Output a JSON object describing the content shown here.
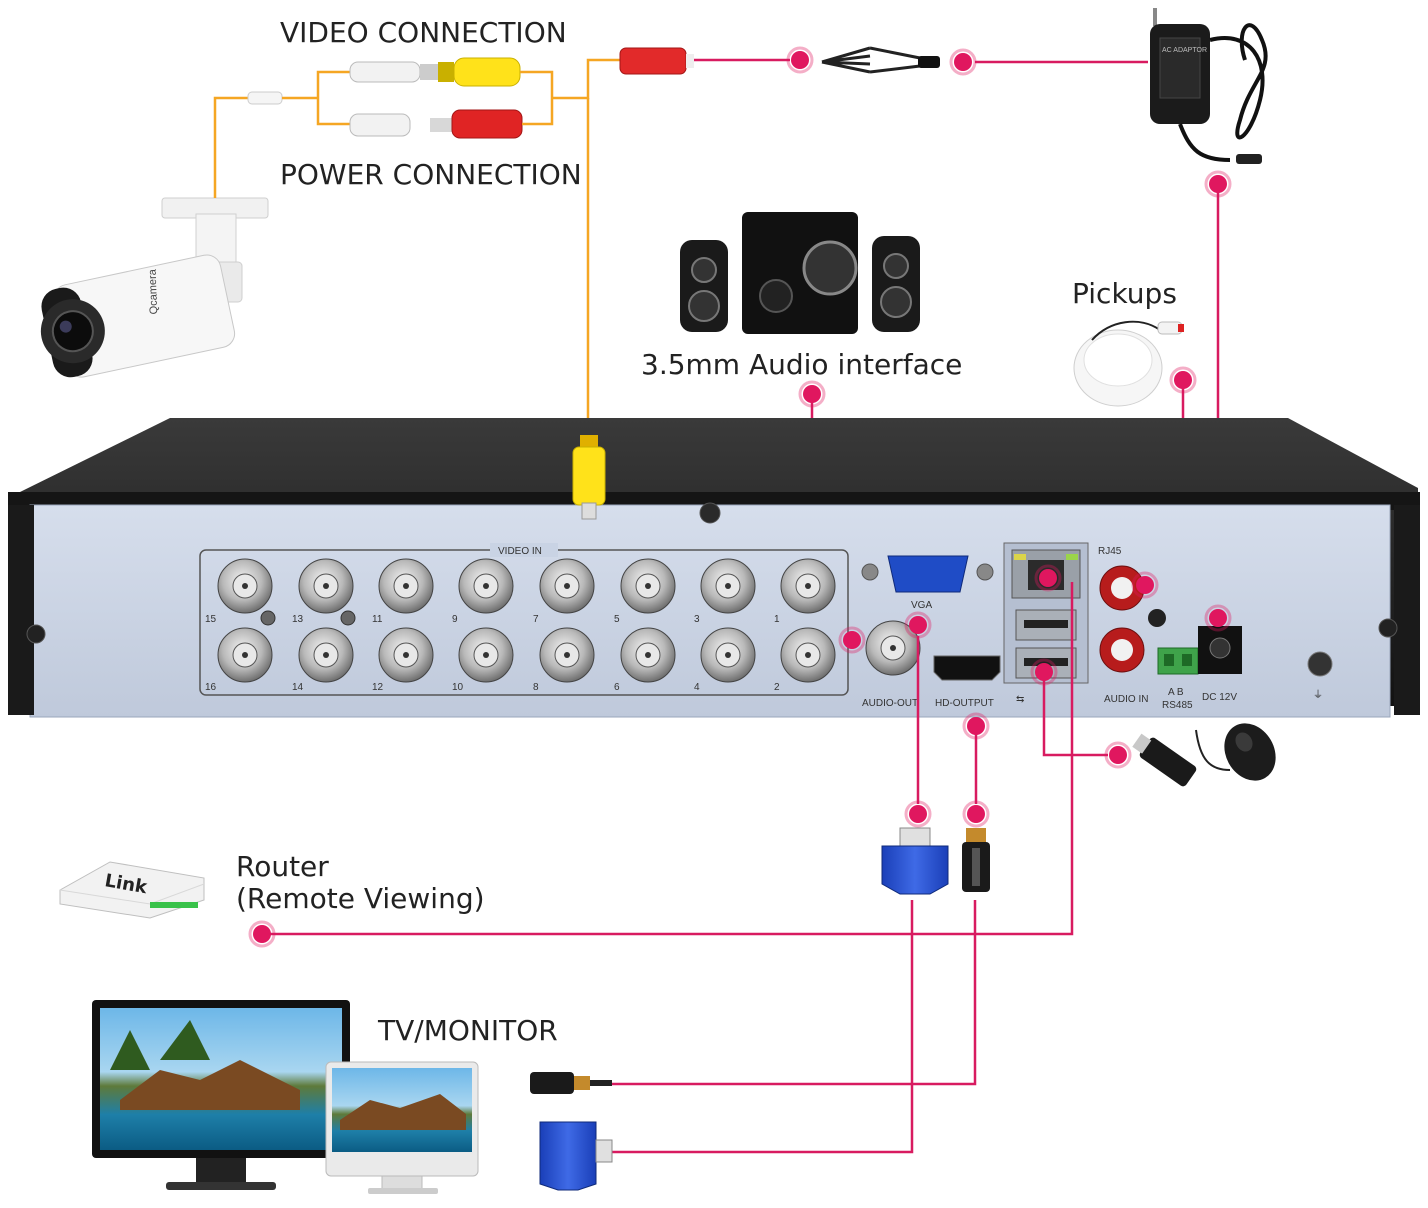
{
  "labels": {
    "video_connection": "VIDEO CONNECTION",
    "power_connection": "POWER CONNECTION",
    "audio_interface": "3.5mm Audio interface",
    "pickups": "Pickups",
    "router_line1": "Router",
    "router_line2": "(Remote Viewing)",
    "tv_monitor": "TV/MONITOR"
  },
  "dvr": {
    "video_in": "VIDEO IN",
    "vga": "VGA",
    "audio_out": "AUDIO-OUT",
    "hd_output": "HD-OUTPUT",
    "rj45": "RJ45",
    "audio_in": "AUDIO IN",
    "rs485": "RS485",
    "rs485_ab": "A  B",
    "dc12v": "DC 12V",
    "top_numbers": [
      "15",
      "13",
      "11",
      "9",
      "7",
      "5",
      "3",
      "1"
    ],
    "bottom_numbers": [
      "16",
      "14",
      "12",
      "10",
      "8",
      "6",
      "4",
      "2"
    ]
  },
  "devices": {
    "camera_brand": "Qcamera",
    "router_brand": "Link",
    "adapter_text": "AC ADAPTOR"
  },
  "colors": {
    "wire": "#d81b60",
    "video_wire": "#f5a623",
    "dvr_panel": "#c9d3e4",
    "dvr_body": "#1c1c1c"
  },
  "icons": [
    "camera-icon",
    "speakers-icon",
    "microphone-icon",
    "power-adapter-icon",
    "router-icon",
    "tv-icon",
    "monitor-icon",
    "usb-drive-icon",
    "mouse-icon",
    "vga-plug-icon",
    "hdmi-plug-icon",
    "splitter-icon"
  ]
}
